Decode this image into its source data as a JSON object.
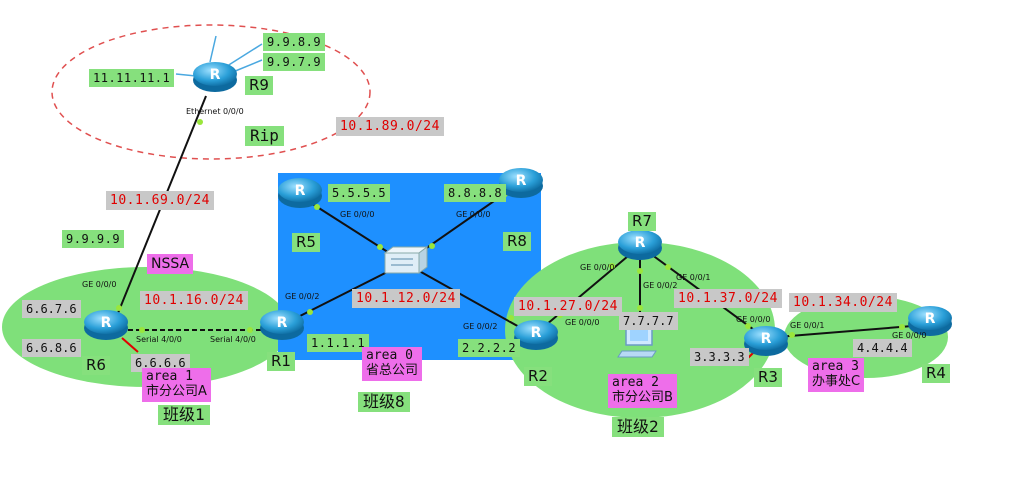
{
  "title_area_rip": "Rip",
  "nssa": "NSSA",
  "routers": {
    "r9": "R9",
    "r6": "R6",
    "r1": "R1",
    "r5": "R5",
    "r8": "R8",
    "r2": "R2",
    "r7": "R7",
    "r3": "R3",
    "r4": "R4"
  },
  "networks": {
    "net_1089": "10.1.89.0/24",
    "net_1069": "10.1.69.0/24",
    "net_1016": "10.1.16.0/24",
    "net_1012": "10.1.12.0/24",
    "net_1027": "10.1.27.0/24",
    "net_1037": "10.1.37.0/24",
    "net_1034": "10.1.34.0/24"
  },
  "loopbacks": {
    "r9_a": "11.11.11.1",
    "r9_b": "9.9.8.9",
    "r9_c": "9.9.7.9",
    "r9_d": "9.9.9.9",
    "r6_a": "6.6.7.6",
    "r6_b": "6.6.8.6",
    "r6_c": "6.6.6.6",
    "r1": "1.1.1.1",
    "r5": "5.5.5.5",
    "r8": "8.8.8.8",
    "r2": "2.2.2.2",
    "r7": "7.7.7.7",
    "r3": "3.3.3.3",
    "r4": "4.4.4.4"
  },
  "ports": {
    "r9_eth": "Ethernet 0/0/0",
    "r6_ge": "GE 0/0/0",
    "r6_serial": "Serial 4/0/0",
    "r1_serial": "Serial 4/0/0",
    "r1_ge": "GE 0/0/2",
    "r5_ge": "GE 0/0/0",
    "r8_ge": "GE 0/0/0",
    "r2_ge2": "GE 0/0/2",
    "r2_ge0": "GE 0/0/0",
    "r7_ge0": "GE 0/0/0",
    "r7_ge2": "GE 0/0/2",
    "r7_ge1": "GE 0/0/1",
    "r3_ge0": "GE 0/0/0",
    "r3_ge1": "GE 0/0/1",
    "r4_ge0": "GE 0/0/0"
  },
  "areas": {
    "area1_id": "area 1",
    "area1_name": "市分公司A",
    "area0_id": "area 0",
    "area0_name": "省总公司",
    "area2_id": "area 2",
    "area2_name": "市分公司B",
    "area3_id": "area 3",
    "area3_name": "办事处C"
  },
  "classes": {
    "class1": "班级1",
    "class8": "班级8",
    "class2": "班级2"
  },
  "colors": {
    "area_green": "#7fe07a",
    "backbone_blue": "#1e90ff",
    "rip_dashed": "#e05050",
    "router_blue": "#2a9fd8"
  }
}
